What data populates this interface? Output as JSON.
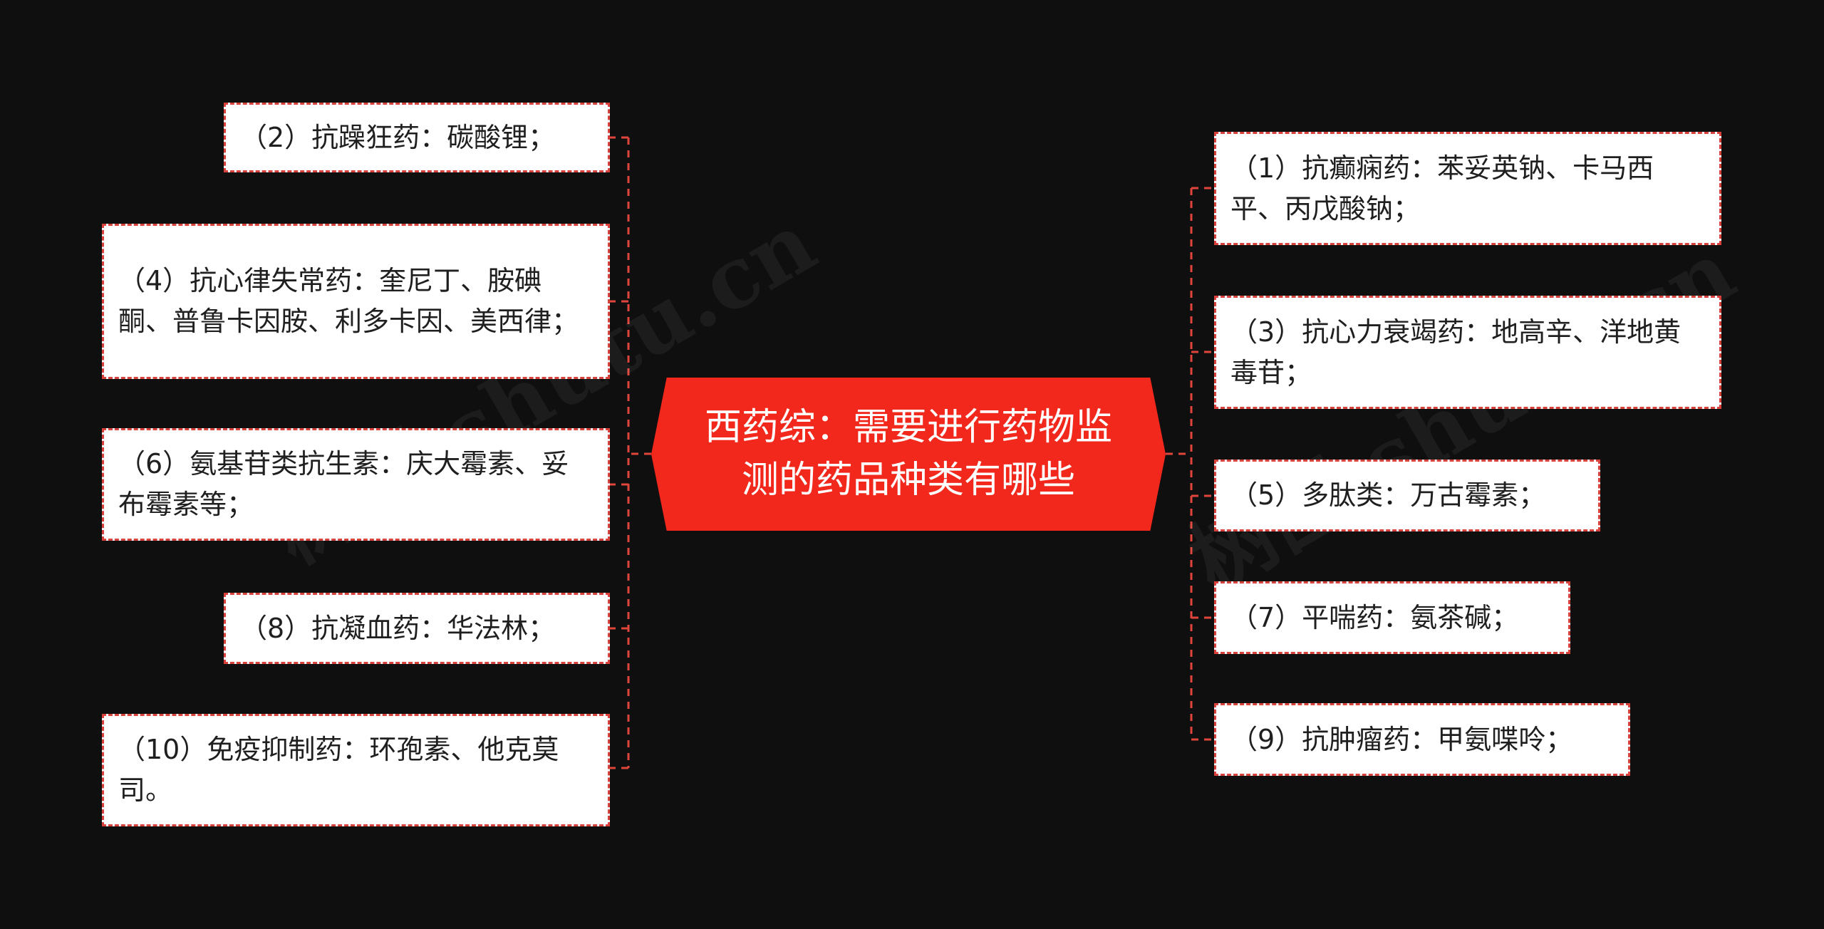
{
  "center": {
    "title": "西药综：需要进行药物监测的药品种类有哪些"
  },
  "left_nodes": [
    {
      "id": "node-2",
      "text": "（2）抗躁狂药：碳酸锂；"
    },
    {
      "id": "node-4",
      "text": "（4）抗心律失常药：奎尼丁、胺碘酮、普鲁卡因胺、利多卡因、美西律；"
    },
    {
      "id": "node-6",
      "text": "（6）氨基苷类抗生素：庆大霉素、妥布霉素等；"
    },
    {
      "id": "node-8",
      "text": "（8）抗凝血药：华法林；"
    },
    {
      "id": "node-10",
      "text": "（10）免疫抑制药：环孢素、他克莫司。"
    }
  ],
  "right_nodes": [
    {
      "id": "node-1",
      "text": "（1）抗癫痫药：苯妥英钠、卡马西平、丙戊酸钠；"
    },
    {
      "id": "node-3",
      "text": "（3）抗心力衰竭药：地高辛、洋地黄毒苷；"
    },
    {
      "id": "node-5",
      "text": "（5）多肽类：万古霉素；"
    },
    {
      "id": "node-7",
      "text": "（7）平喘药：氨茶碱；"
    },
    {
      "id": "node-9",
      "text": "（9）抗肿瘤药：甲氨喋呤；"
    }
  ],
  "watermark": {
    "text": "树图 shutu.cn"
  },
  "colors": {
    "background": "#0f0f10",
    "center_fill": "#f2281c",
    "connector": "#e0453c",
    "node_border": "#d9423a",
    "node_fill": "#ffffff"
  }
}
